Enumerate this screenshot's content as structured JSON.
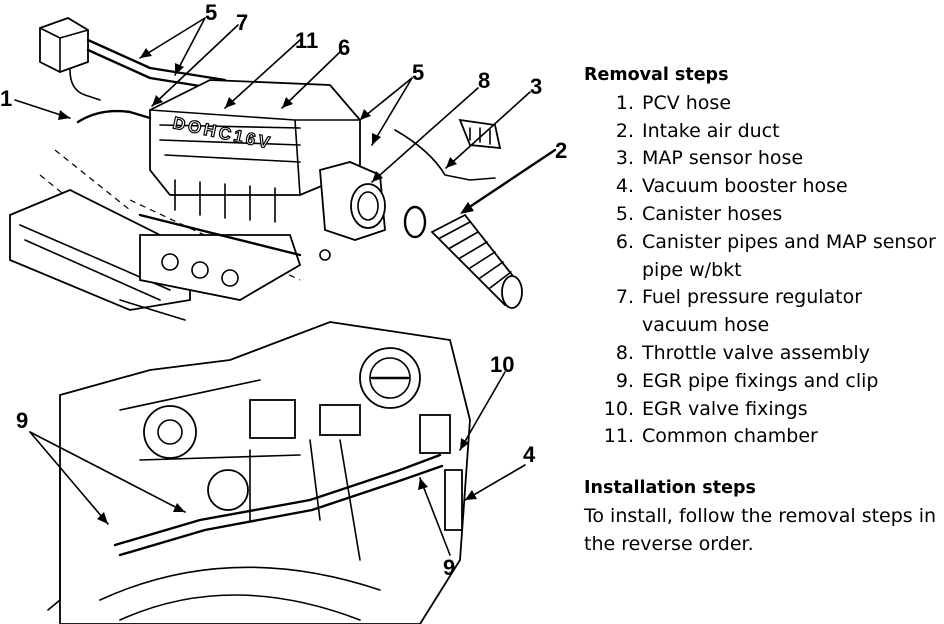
{
  "diagram": {
    "emboss_text": "DOHC16V",
    "callouts": [
      "1",
      "2",
      "3",
      "4",
      "5",
      "5",
      "6",
      "7",
      "8",
      "9",
      "9",
      "10",
      "11"
    ]
  },
  "removal": {
    "heading": "Removal steps",
    "steps": [
      {
        "num": "1.",
        "text": "PCV hose"
      },
      {
        "num": "2.",
        "text": "Intake air duct"
      },
      {
        "num": "3.",
        "text": "MAP sensor hose"
      },
      {
        "num": "4.",
        "text": "Vacuum booster hose"
      },
      {
        "num": "5.",
        "text": "Canister hoses"
      },
      {
        "num": "6.",
        "text": "Canister pipes and MAP sensor pipe w/bkt"
      },
      {
        "num": "7.",
        "text": "Fuel pressure regulator vacuum hose"
      },
      {
        "num": "8.",
        "text": "Throttle valve assembly"
      },
      {
        "num": "9.",
        "text": "EGR pipe fixings and clip"
      },
      {
        "num": "10.",
        "text": "EGR valve fixings"
      },
      {
        "num": "11.",
        "text": "Common chamber"
      }
    ]
  },
  "installation": {
    "heading": "Installation steps",
    "text": "To install, follow the removal steps in the reverse order."
  }
}
